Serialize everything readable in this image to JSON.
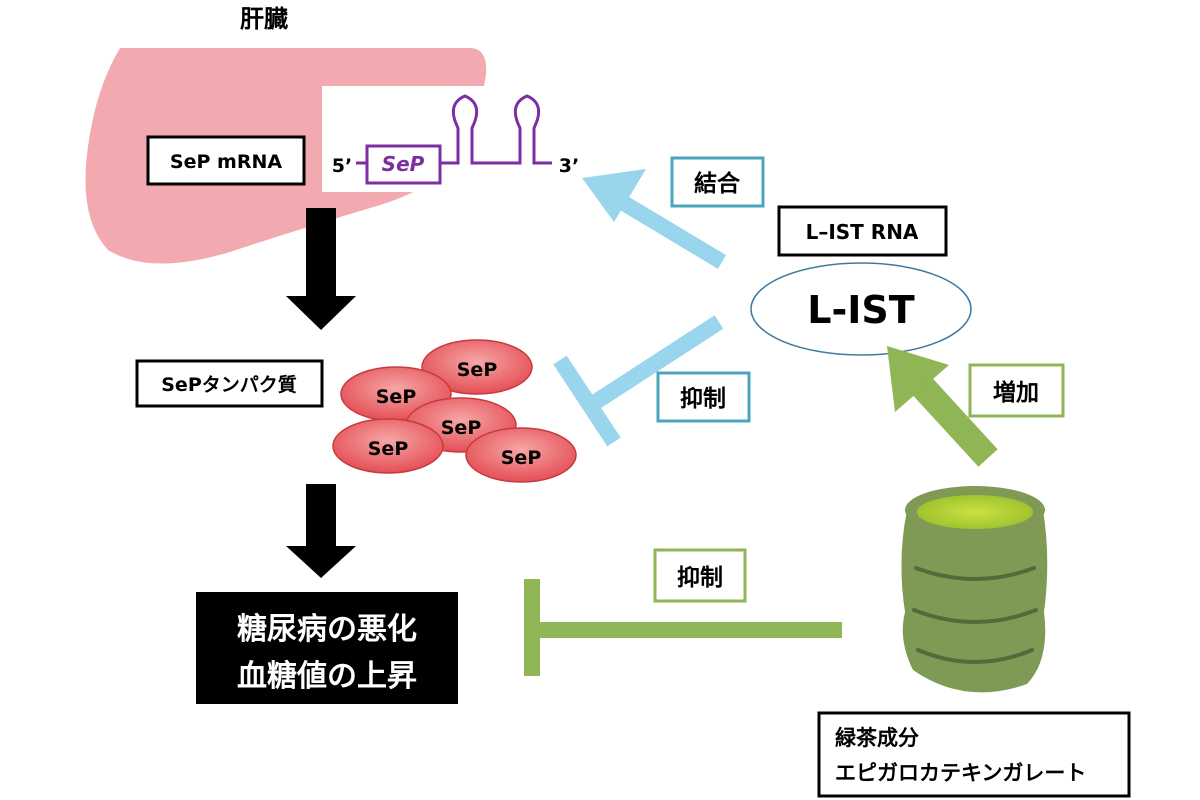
{
  "liver": {
    "label": "肝臓"
  },
  "mrna": {
    "box_label": "SeP mRNA",
    "five_prime": "5’",
    "gene_label": "SeP",
    "three_prime": "3’"
  },
  "protein": {
    "box_label": "SePタンパク質",
    "molecule_label": "SeP"
  },
  "outcome": {
    "line1": "糖尿病の悪化",
    "line2": "血糖値の上昇"
  },
  "lncrna": {
    "label": "L-IST",
    "box_label": "L–IST RNA"
  },
  "relations": {
    "bind": "結合",
    "inhibit_protein": "抑制",
    "increase": "増加",
    "inhibit_disease": "抑制"
  },
  "green_tea": {
    "line1": "緑茶成分",
    "line2": "エピガロカテキンガレート"
  },
  "colors": {
    "liver": "#f2a9b0",
    "mrna_purple": "#7b2fa0",
    "protein_red": "#e8474f",
    "blue_arrow": "#99d5ec",
    "blue_border": "#4aa6be",
    "green_arrow": "#8fb555",
    "green_border": "#8fb555",
    "cup_body": "#7f9a55",
    "cup_tea": "#b5d335",
    "oval_border": "#3f7aa0"
  }
}
